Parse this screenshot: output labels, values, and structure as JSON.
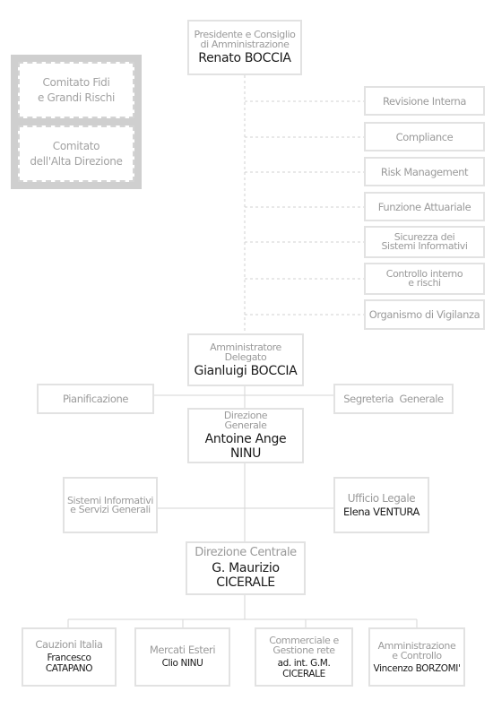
{
  "committees": [
    {
      "lines": [
        "Comitato Fidi",
        "e Grandi Rischi"
      ]
    },
    {
      "lines": [
        "Comitato",
        "dell'Alta Direzione"
      ]
    }
  ],
  "president": {
    "title": [
      "Presidente e Consiglio",
      "di Amministrazione"
    ],
    "name": "Renato BOCCIA"
  },
  "control_functions": [
    {
      "lines": [
        "Revisione Interna"
      ]
    },
    {
      "lines": [
        "Compliance"
      ]
    },
    {
      "lines": [
        "Risk Management"
      ]
    },
    {
      "lines": [
        "Funzione Attuariale"
      ]
    },
    {
      "lines": [
        "Sicurezza dei",
        "Sistemi Informativi"
      ]
    },
    {
      "lines": [
        "Controllo interno",
        "e rischi"
      ]
    },
    {
      "lines": [
        "Organismo di Vigilanza"
      ]
    }
  ],
  "ceo": {
    "title": [
      "Amministratore",
      "Delegato"
    ],
    "name": "Gianluigi BOCCIA"
  },
  "pianificazione": {
    "label": "Pianificazione"
  },
  "segreteria": {
    "label": "Segreteria  Generale"
  },
  "direzione_generale": {
    "title": [
      "Direzione",
      "Generale"
    ],
    "name": "Antoine Ange NINU"
  },
  "sistemi": {
    "lines": [
      "Sistemi Informativi",
      "e Servizi Generali"
    ]
  },
  "legale": {
    "title": "Ufficio Legale",
    "name": "Elena VENTURA"
  },
  "direzione_centrale": {
    "title": "Direzione Centrale",
    "name": "G. Maurizio CICERALE"
  },
  "departments": [
    {
      "title": [
        "Cauzioni Italia"
      ],
      "name": "Francesco CATAPANO"
    },
    {
      "title": [
        "Mercati Esteri"
      ],
      "name": "Clio NINU"
    },
    {
      "title": [
        "Commerciale e",
        "Gestione rete"
      ],
      "name": "ad. int. G.M. CICERALE"
    },
    {
      "title": [
        "Amministrazione",
        "e Controllo"
      ],
      "name": "Vincenzo BORZOMI'"
    }
  ]
}
